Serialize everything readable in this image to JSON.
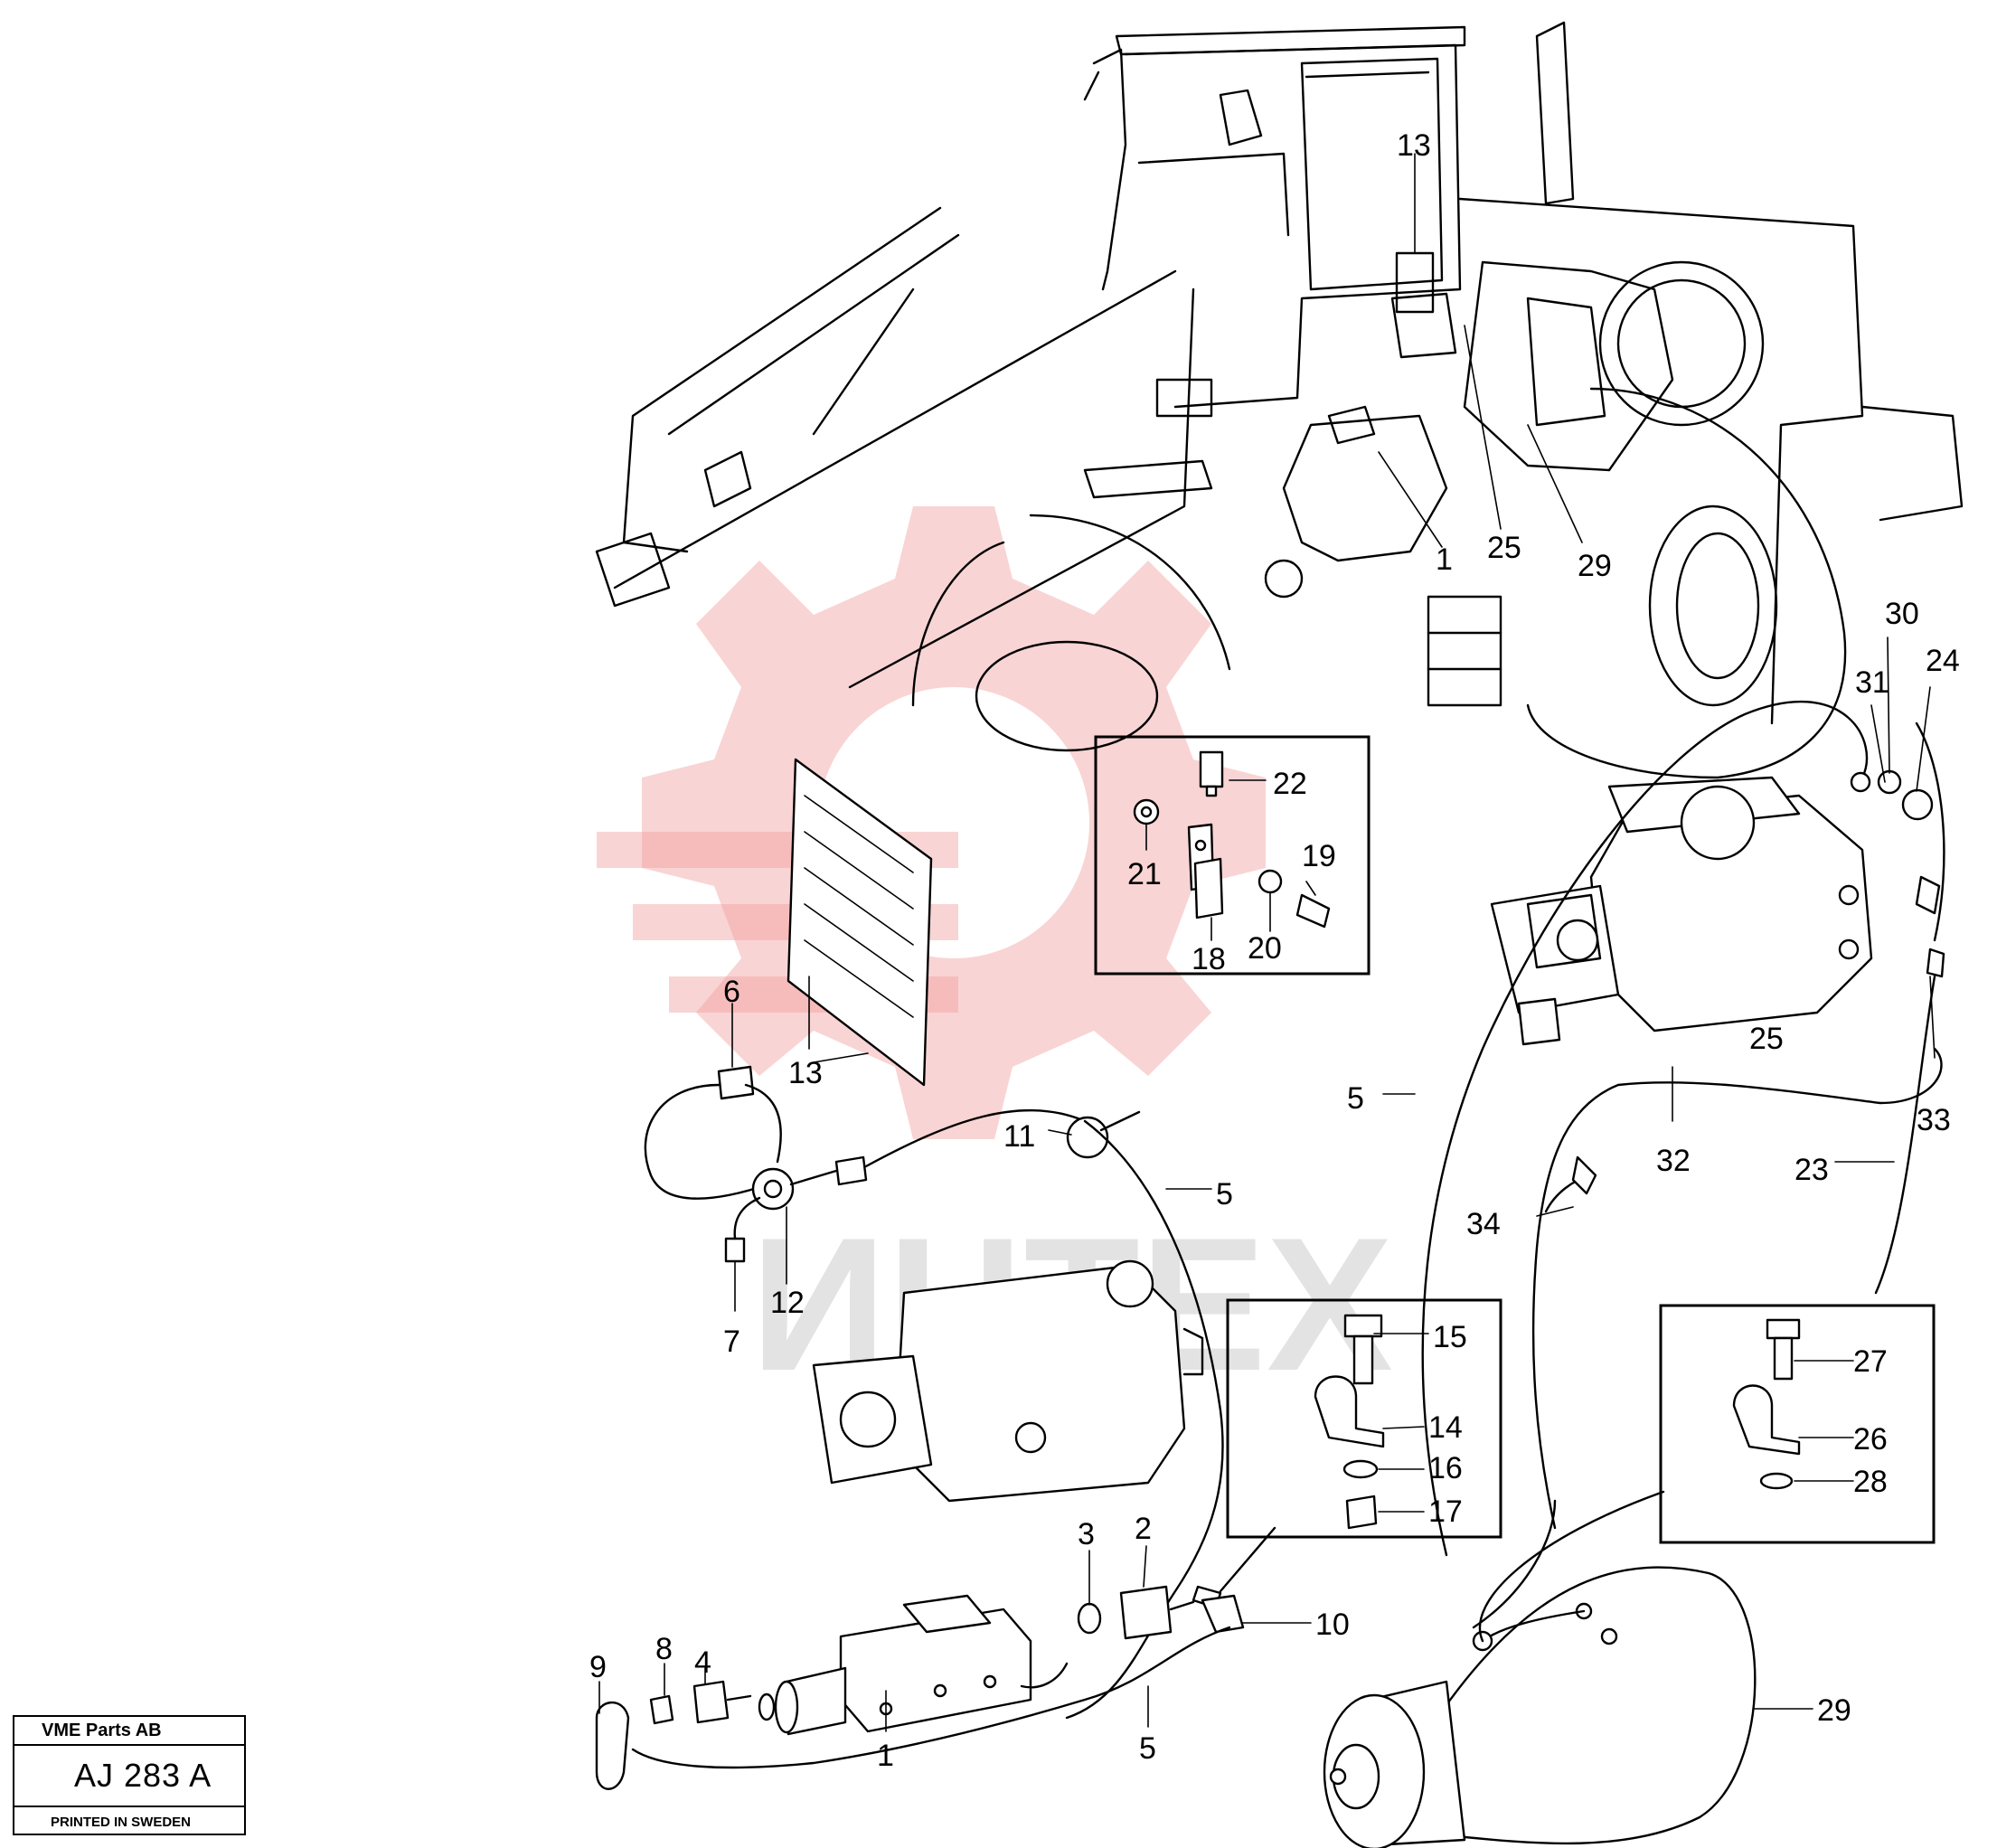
{
  "watermark": {
    "text": "ИНТЕХ",
    "color": "#f2a0a0"
  },
  "stamp": {
    "company": "VME Parts AB",
    "code": "AJ 283 A",
    "printed": "PRINTED IN SWEDEN"
  },
  "callouts": {
    "c13_top": "13",
    "c1_top": "1",
    "c25_top": "25",
    "c29_top": "29",
    "c22": "22",
    "c21": "21",
    "c19": "19",
    "c18": "18",
    "c20": "20",
    "c6": "6",
    "c13_board": "13",
    "c11": "11",
    "c5_a": "5",
    "c12": "12",
    "c7": "7",
    "c30": "30",
    "c31": "31",
    "c24": "24",
    "c25_motor": "25",
    "c5_b": "5",
    "c33": "33",
    "c32": "32",
    "c23": "23",
    "c34": "34",
    "c15": "15",
    "c14": "14",
    "c16": "16",
    "c17": "17",
    "c27": "27",
    "c26": "26",
    "c28": "28",
    "c9": "9",
    "c8": "8",
    "c4": "4",
    "c3": "3",
    "c2": "2",
    "c10": "10",
    "c1_bottom": "1",
    "c5_c": "5",
    "c29_bottom": "29"
  }
}
